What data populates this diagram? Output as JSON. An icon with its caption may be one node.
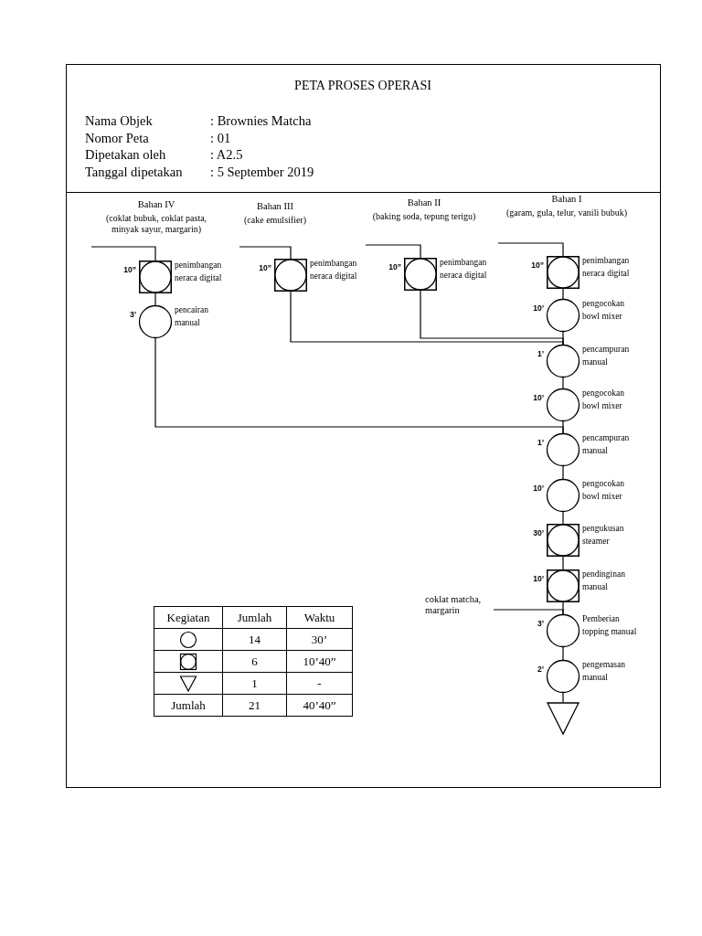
{
  "diagram": {
    "title": "PETA PROSES OPERASI",
    "nodes": [
      {
        "text": [
          "Bahan IV",
          "(coklat bubuk, coklat pasta, minyak sayur, margarin)"
        ]
      },
      {
        "text": [
          "Bahan III",
          "(cake emulsifier)"
        ]
      },
      {
        "text": [
          "Bahan II",
          "(baking soda, tepung terigu)"
        ]
      },
      {
        "text": [
          "Bahan I",
          "(garam, gula, telur, vanili bubuk)"
        ]
      },
      {
        "text": [],
        "shape": "box",
        "beside": [
          "10”",
          "penimbangan neraca digital"
        ]
      },
      {
        "text": [],
        "shape": "circle",
        "beside": [
          "3’",
          "pencairan manual"
        ]
      },
      {
        "text": [],
        "shape": "box",
        "beside": [
          "10”",
          "penimbangan neraca digital"
        ]
      },
      {
        "text": [],
        "shape": "box",
        "beside": [
          "10”",
          "penimbangan neraca digital"
        ]
      },
      {
        "text": [],
        "shape": "box",
        "beside": [
          "10”",
          "penimbangan neraca digital"
        ]
      },
      {
        "text": [],
        "shape": "circle",
        "beside": [
          "10’",
          "pengocokan bowl mixer"
        ]
      },
      {
        "text": [],
        "shape": "circle",
        "beside": [
          "1’",
          "pencampuran manual"
        ]
      },
      {
        "text": [],
        "shape": "circle",
        "beside": [
          "10’",
          "pengocokan bowl mixer"
        ]
      },
      {
        "text": [],
        "shape": "circle",
        "beside": [
          "1’",
          "pencampuran manual"
        ]
      },
      {
        "text": [],
        "shape": "circle",
        "beside": [
          "10’",
          "pengocokan bowl mixer"
        ]
      },
      {
        "text": [],
        "shape": "box",
        "beside": [
          "30’",
          "pengukusan steamer"
        ]
      },
      {
        "text": [],
        "shape": "box",
        "beside": [
          "10’",
          "pendinginan manual"
        ]
      },
      {
        "text": [
          "coklat matcha, margarin"
        ]
      },
      {
        "text": [],
        "shape": "circle",
        "beside": [
          "3’",
          "Pemberian topping manual"
        ]
      },
      {
        "text": [],
        "shape": "circle",
        "beside": [
          "2’",
          "pengemasan manual"
        ]
      },
      {
        "text": [],
        "shape": "triangle"
      }
    ],
    "edges": [
      {
        "from": 0,
        "to": 4,
        "arrow": "none"
      },
      {
        "from": 4,
        "to": 5,
        "arrow": "none"
      },
      {
        "from": 1,
        "to": 6,
        "arrow": "none"
      },
      {
        "from": 2,
        "to": 7,
        "arrow": "none"
      },
      {
        "from": 3,
        "to": 8,
        "arrow": "none"
      },
      {
        "from": 8,
        "to": 9,
        "arrow": "none"
      },
      {
        "from": 9,
        "to": 10,
        "arrow": "none"
      },
      {
        "from": 6,
        "to": 10,
        "arrow": "none"
      },
      {
        "from": 7,
        "to": 10,
        "arrow": "none"
      },
      {
        "from": 10,
        "to": 11,
        "arrow": "none"
      },
      {
        "from": 11,
        "to": 12,
        "arrow": "none"
      },
      {
        "from": 5,
        "to": 12,
        "arrow": "none"
      },
      {
        "from": 12,
        "to": 13,
        "arrow": "none"
      },
      {
        "from": 13,
        "to": 14,
        "arrow": "none"
      },
      {
        "from": 14,
        "to": 15,
        "arrow": "none"
      },
      {
        "from": 15,
        "to": 17,
        "arrow": "none"
      },
      {
        "from": 16,
        "to": 17,
        "arrow": "none"
      },
      {
        "from": 17,
        "to": 18,
        "arrow": "none"
      },
      {
        "from": 18,
        "to": 19,
        "arrow": "none"
      }
    ],
    "labels": [
      "Nama Objek",
      ": Brownies Matcha",
      "Nomor Peta",
      ": 01",
      "Dipetakan oleh",
      ": A2.5",
      "Tanggal dipetakan",
      ": 5 September 2019",
      "Kegiatan",
      "Jumlah",
      "Waktu",
      "14",
      "30’",
      "6",
      "10’40”",
      "1",
      "-",
      "Jumlah",
      "21",
      "40’40”"
    ]
  }
}
